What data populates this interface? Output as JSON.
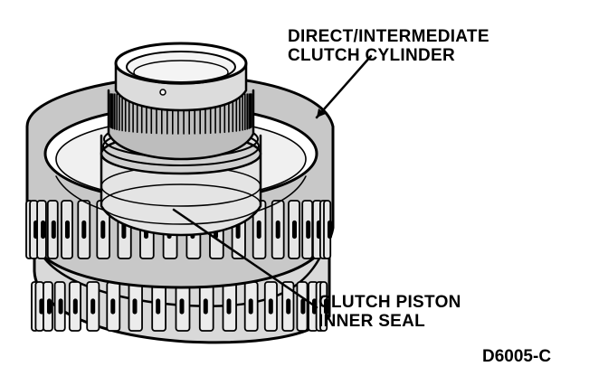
{
  "labels": {
    "cylinder": [
      "DIRECT/INTERMEDIATE",
      "CLUTCH CYLINDER"
    ],
    "seal": [
      "CLUTCH PISTON",
      "INNER SEAL"
    ]
  },
  "figure_code": "D6005-C",
  "colors": {
    "ink": "#000000",
    "paper": "#ffffff"
  }
}
